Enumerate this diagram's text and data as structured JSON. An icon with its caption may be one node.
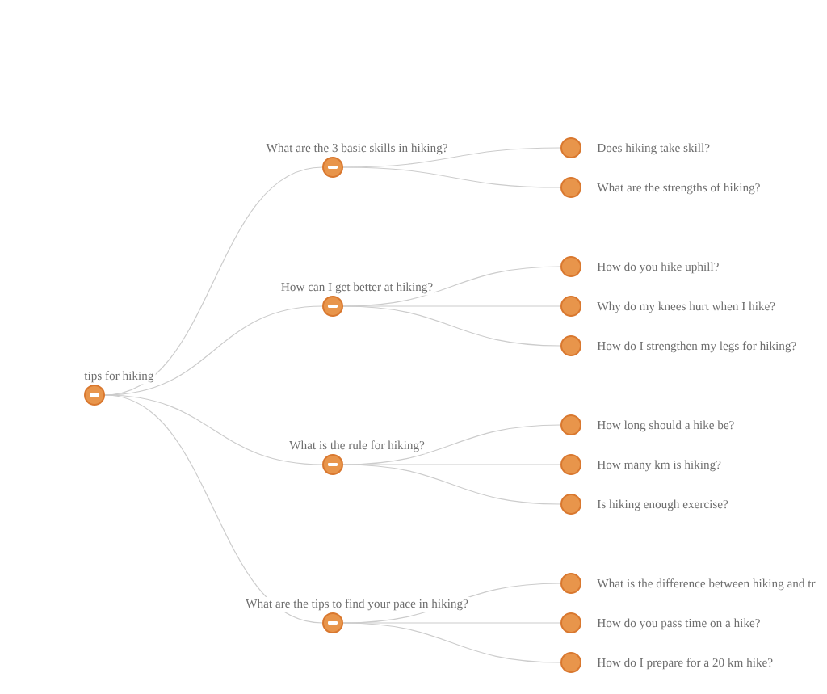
{
  "diagram": {
    "nodes": [
      {
        "text": [
          "tips for hiking"
        ]
      },
      {
        "text": [
          "What are the 3 basic skills in hiking?"
        ]
      },
      {
        "text": [
          "Does hiking take skill?"
        ]
      },
      {
        "text": [
          "What are the strengths of hiking?"
        ]
      },
      {
        "text": [
          "How can I get better at hiking?"
        ]
      },
      {
        "text": [
          "How do you hike uphill?"
        ]
      },
      {
        "text": [
          "Why do my knees hurt when I hike?"
        ]
      },
      {
        "text": [
          "How do I strengthen my legs for hiking?"
        ]
      },
      {
        "text": [
          "What is the rule for hiking?"
        ]
      },
      {
        "text": [
          "How long should a hike be?"
        ]
      },
      {
        "text": [
          "How many km is hiking?"
        ]
      },
      {
        "text": [
          "Is hiking enough exercise?"
        ]
      },
      {
        "text": [
          "What are the tips to find your pace in hiking?"
        ]
      },
      {
        "text": [
          "What is the difference between hiking and tr"
        ]
      },
      {
        "text": [
          "How do you pass time on a hike?"
        ]
      },
      {
        "text": [
          "How do I prepare for a 20 km hike?"
        ]
      }
    ],
    "edges": [
      {
        "from": 0,
        "to": 1,
        "arrow": "none"
      },
      {
        "from": 0,
        "to": 4,
        "arrow": "none"
      },
      {
        "from": 0,
        "to": 8,
        "arrow": "none"
      },
      {
        "from": 0,
        "to": 12,
        "arrow": "none"
      },
      {
        "from": 1,
        "to": 2,
        "arrow": "none"
      },
      {
        "from": 1,
        "to": 3,
        "arrow": "none"
      },
      {
        "from": 4,
        "to": 5,
        "arrow": "none"
      },
      {
        "from": 4,
        "to": 6,
        "arrow": "none"
      },
      {
        "from": 4,
        "to": 7,
        "arrow": "none"
      },
      {
        "from": 8,
        "to": 9,
        "arrow": "none"
      },
      {
        "from": 8,
        "to": 10,
        "arrow": "none"
      },
      {
        "from": 8,
        "to": 11,
        "arrow": "none"
      },
      {
        "from": 12,
        "to": 13,
        "arrow": "none"
      },
      {
        "from": 12,
        "to": 14,
        "arrow": "none"
      },
      {
        "from": 12,
        "to": 15,
        "arrow": "none"
      }
    ]
  }
}
